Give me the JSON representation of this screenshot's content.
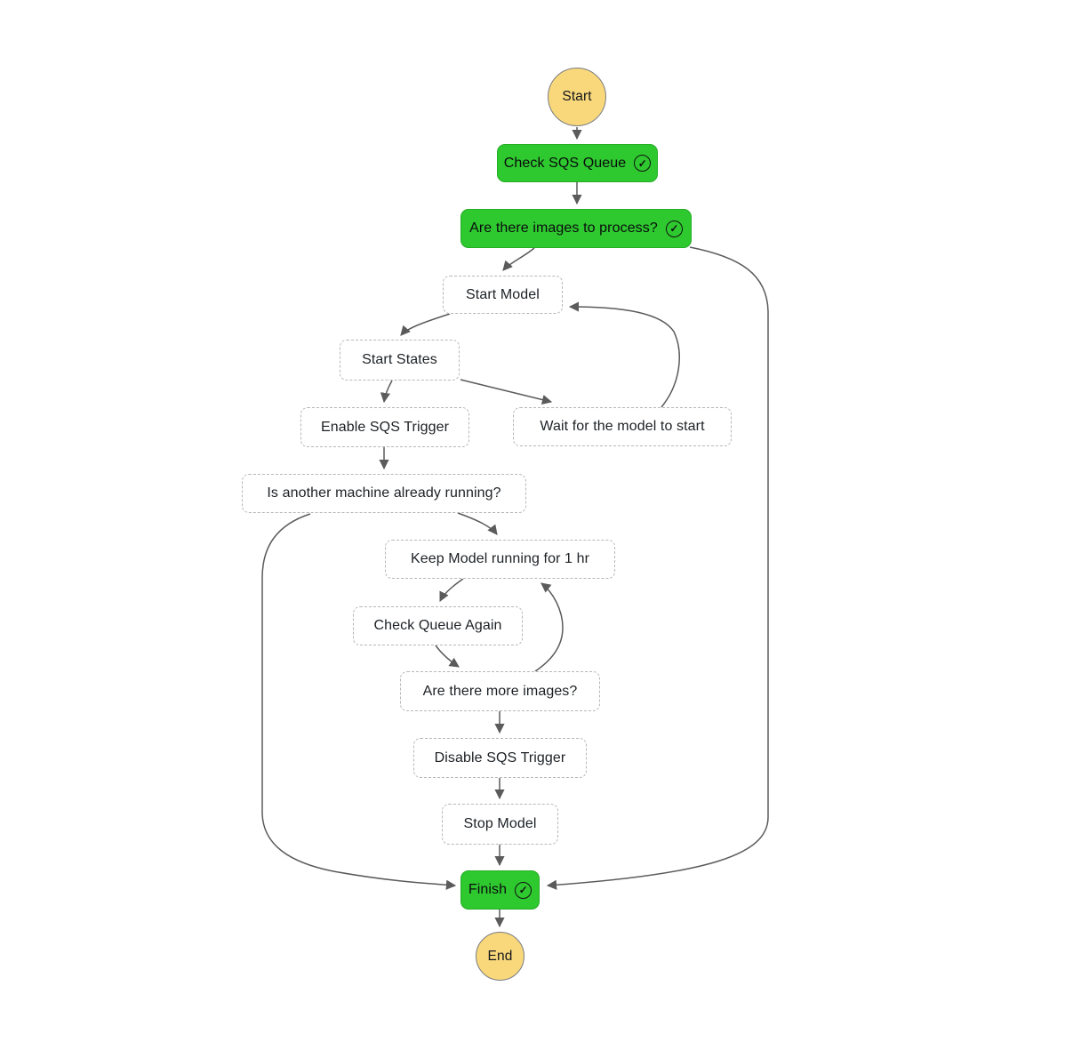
{
  "diagram": {
    "type": "flowchart",
    "background": "#ffffff",
    "icons": {
      "check_glyph": "✓"
    },
    "colors": {
      "success_fill": "#2ec82f",
      "success_border": "#25ad26",
      "terminal_fill": "#f9d87c",
      "terminal_border": "#7a7d81",
      "task_fill": "#ffffff",
      "task_border": "#b4b7ba",
      "edge": "#5b5b5b",
      "text": "#1d2125"
    },
    "nodes": {
      "start": {
        "label": "Start",
        "type": "terminal"
      },
      "check_sqs_queue": {
        "label": "Check SQS Queue",
        "type": "success",
        "icon": "check-circle"
      },
      "images_to_process": {
        "label": "Are there images to process?",
        "type": "success",
        "icon": "check-circle"
      },
      "start_model": {
        "label": "Start Model",
        "type": "task"
      },
      "start_states": {
        "label": "Start States",
        "type": "task"
      },
      "enable_sqs_trigger": {
        "label": "Enable SQS Trigger",
        "type": "task"
      },
      "wait_model_start": {
        "label": "Wait for the model to start",
        "type": "task"
      },
      "machine_running": {
        "label": "Is another machine already running?",
        "type": "task"
      },
      "keep_model_running": {
        "label": "Keep Model running for 1 hr",
        "type": "task"
      },
      "check_queue_again": {
        "label": "Check Queue Again",
        "type": "task"
      },
      "more_images": {
        "label": "Are there more images?",
        "type": "task"
      },
      "disable_sqs_trigger": {
        "label": "Disable SQS Trigger",
        "type": "task"
      },
      "stop_model": {
        "label": "Stop Model",
        "type": "task"
      },
      "finish": {
        "label": "Finish",
        "type": "success",
        "icon": "check-circle"
      },
      "end": {
        "label": "End",
        "type": "terminal"
      }
    },
    "edges": [
      {
        "from": "start",
        "to": "check_sqs_queue"
      },
      {
        "from": "check_sqs_queue",
        "to": "images_to_process"
      },
      {
        "from": "images_to_process",
        "to": "start_model"
      },
      {
        "from": "images_to_process",
        "to": "finish"
      },
      {
        "from": "start_model",
        "to": "start_states"
      },
      {
        "from": "start_states",
        "to": "enable_sqs_trigger"
      },
      {
        "from": "start_states",
        "to": "wait_model_start"
      },
      {
        "from": "wait_model_start",
        "to": "start_model"
      },
      {
        "from": "enable_sqs_trigger",
        "to": "machine_running"
      },
      {
        "from": "machine_running",
        "to": "keep_model_running"
      },
      {
        "from": "machine_running",
        "to": "finish"
      },
      {
        "from": "keep_model_running",
        "to": "check_queue_again"
      },
      {
        "from": "check_queue_again",
        "to": "more_images"
      },
      {
        "from": "more_images",
        "to": "keep_model_running"
      },
      {
        "from": "more_images",
        "to": "disable_sqs_trigger"
      },
      {
        "from": "disable_sqs_trigger",
        "to": "stop_model"
      },
      {
        "from": "stop_model",
        "to": "finish"
      },
      {
        "from": "finish",
        "to": "end"
      }
    ]
  }
}
